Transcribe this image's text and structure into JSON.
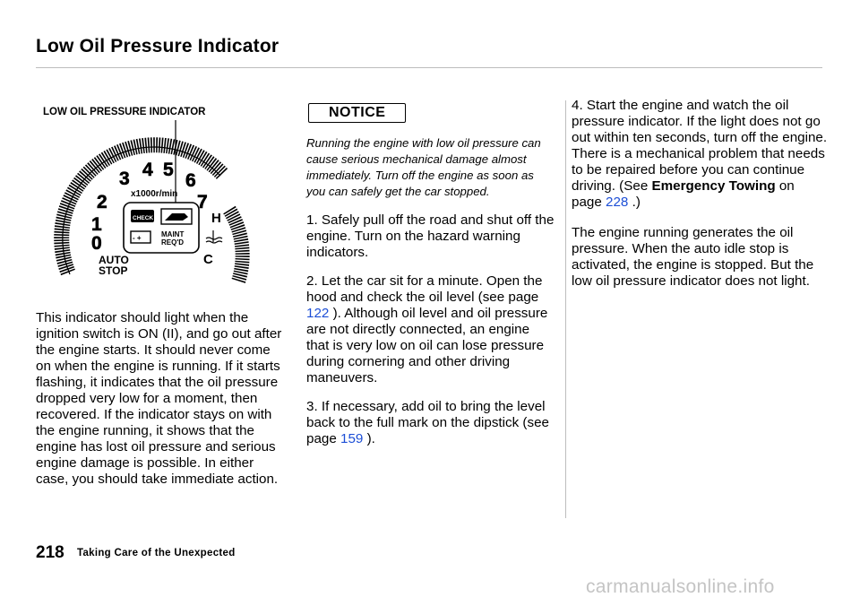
{
  "header": {
    "title": "Low Oil Pressure Indicator"
  },
  "diagram": {
    "label": "LOW OIL PRESSURE INDICATOR",
    "tach_numbers": [
      "0",
      "1",
      "2",
      "3",
      "4",
      "5",
      "6",
      "7"
    ],
    "tach_unit": "x1000r/min",
    "temp_hot": "H",
    "temp_cold": "C",
    "auto_stop_line1": "AUTO",
    "auto_stop_line2": "STOP",
    "check_label": "CHECK",
    "maint_line1": "MAINT",
    "maint_line2": "REQ'D"
  },
  "left_column": {
    "paragraph": "This indicator should light when the ignition switch is ON (II), and go out after the engine starts. It should never come on when the engine is running. If it starts flashing, it indicates that the oil pressure dropped very low for a moment, then recovered. If the indicator stays on with the engine running, it shows that the engine has lost oil pressure and serious engine damage is possible. In either case, you should take immediate action."
  },
  "notice": {
    "heading": "NOTICE",
    "text": "Running the engine with low oil pressure can cause serious mechanical damage almost immediately. Turn off the engine as soon as you can safely get the car stopped."
  },
  "steps": {
    "s1": {
      "num": "1.",
      "text": "Safely pull off the road and shut off the engine. Turn on the hazard warning indicators."
    },
    "s2": {
      "num": "2.",
      "text_a": "Let the car sit for a minute. Open the hood and check the oil level (see page",
      "page": "122",
      "text_b": "). Although oil level and oil pressure are not directly connected, an engine that is very low on oil can lose pressure during cornering and other driving maneuvers."
    },
    "s3": {
      "num": "3.",
      "text_a": "If necessary, add oil to bring the level back to the full mark on the dipstick (see page",
      "page": "159",
      "text_b": ")."
    },
    "s4": {
      "num": "4.",
      "text_a": "Start the engine and watch the oil pressure indicator. If the light does not go out within ten seconds, turn off the engine. There is a mechanical problem that needs to be repaired before you can continue driving. (See",
      "bold": "Emergency Towing",
      "text_b": "on page",
      "page": "228",
      "text_c": ".)"
    }
  },
  "auto_idle_note": "The engine running generates the oil pressure. When the auto idle stop is activated, the engine is stopped. But the low oil pressure indicator does not light.",
  "footer": {
    "page_number": "218",
    "section": "Taking Care of the Unexpected"
  },
  "watermark": "carmanualsonline.info",
  "colors": {
    "link": "#1d4fd6",
    "rule": "#bdbdbd",
    "watermark": "#c4c4c4"
  }
}
